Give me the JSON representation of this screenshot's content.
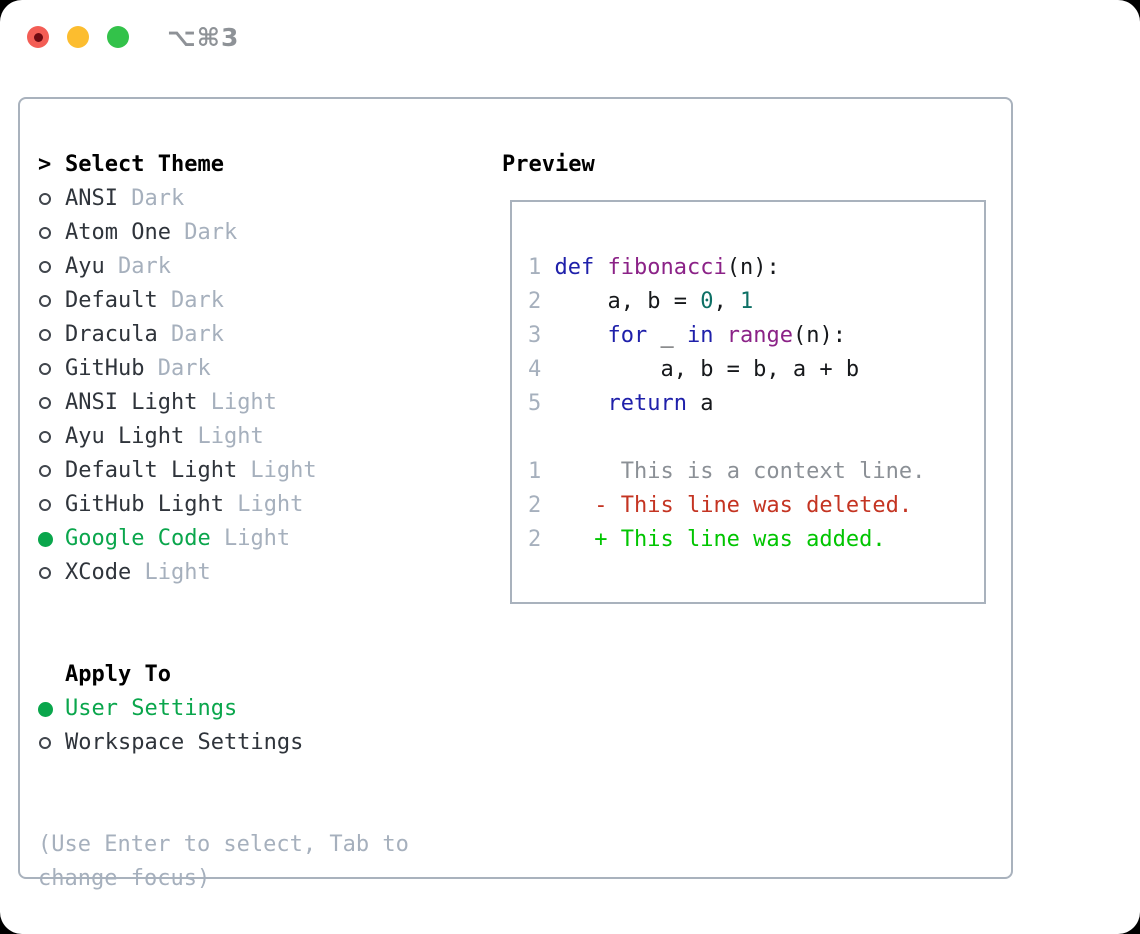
{
  "titlebar": {
    "title": "⌥⌘3"
  },
  "colors": {
    "accent_green": "#0aa64c",
    "panel_border": "#a9b2bd",
    "muted_gray": "#a6b0bd",
    "item_text": "#2f343b",
    "traffic_red": "#f35d55",
    "traffic_yellow": "#fcbd2f",
    "traffic_green": "#33c24a",
    "syntax_keyword": "#1f20aa",
    "syntax_function": "#8b2287",
    "syntax_literal": "#0d7065",
    "diff_context": "#8b9096",
    "diff_deleted": "#c43422",
    "diff_added": "#01c501"
  },
  "theme_panel": {
    "header_prefix": ">",
    "header": "Select Theme",
    "themes": [
      {
        "name": "ANSI",
        "tag": "Dark",
        "selected": false
      },
      {
        "name": "Atom One",
        "tag": "Dark",
        "selected": false
      },
      {
        "name": "Ayu",
        "tag": "Dark",
        "selected": false
      },
      {
        "name": "Default",
        "tag": "Dark",
        "selected": false
      },
      {
        "name": "Dracula",
        "tag": "Dark",
        "selected": false
      },
      {
        "name": "GitHub",
        "tag": "Dark",
        "selected": false
      },
      {
        "name": "ANSI Light",
        "tag": "Light",
        "selected": false
      },
      {
        "name": "Ayu Light",
        "tag": "Light",
        "selected": false
      },
      {
        "name": "Default Light",
        "tag": "Light",
        "selected": false
      },
      {
        "name": "GitHub Light",
        "tag": "Light",
        "selected": false
      },
      {
        "name": "Google Code",
        "tag": "Light",
        "selected": true
      },
      {
        "name": "XCode",
        "tag": "Light",
        "selected": false
      }
    ],
    "apply_to": {
      "header": "Apply To",
      "options": [
        {
          "name": "User Settings",
          "selected": true
        },
        {
          "name": "Workspace Settings",
          "selected": false
        }
      ]
    },
    "footer_lines": [
      "(Use Enter to select, Tab to",
      "change focus)"
    ]
  },
  "preview": {
    "header": "Preview",
    "code_lines": [
      {
        "num": "1",
        "tokens": [
          {
            "t": "def",
            "c": "keyword"
          },
          {
            "t": " ",
            "c": "plain"
          },
          {
            "t": "fibonacci",
            "c": "function"
          },
          {
            "t": "(n):",
            "c": "plain"
          }
        ]
      },
      {
        "num": "2",
        "tokens": [
          {
            "t": "    a, b = ",
            "c": "plain"
          },
          {
            "t": "0",
            "c": "literal"
          },
          {
            "t": ", ",
            "c": "plain"
          },
          {
            "t": "1",
            "c": "literal"
          }
        ]
      },
      {
        "num": "3",
        "tokens": [
          {
            "t": "    ",
            "c": "plain"
          },
          {
            "t": "for",
            "c": "keyword"
          },
          {
            "t": " _ ",
            "c": "plain"
          },
          {
            "t": "in",
            "c": "keyword"
          },
          {
            "t": " ",
            "c": "plain"
          },
          {
            "t": "range",
            "c": "function"
          },
          {
            "t": "(n):",
            "c": "plain"
          }
        ]
      },
      {
        "num": "4",
        "tokens": [
          {
            "t": "        a, b = b, a + b",
            "c": "plain"
          }
        ]
      },
      {
        "num": "5",
        "tokens": [
          {
            "t": "    ",
            "c": "plain"
          },
          {
            "t": "return",
            "c": "keyword"
          },
          {
            "t": " a",
            "c": "plain"
          }
        ]
      }
    ],
    "diff_lines": [
      {
        "num": "1",
        "sign": "",
        "text": "This is a context line.",
        "kind": "context"
      },
      {
        "num": "2",
        "sign": "-",
        "text": "This line was deleted.",
        "kind": "deleted"
      },
      {
        "num": "2",
        "sign": "+",
        "text": "This line was added.",
        "kind": "added"
      }
    ]
  }
}
